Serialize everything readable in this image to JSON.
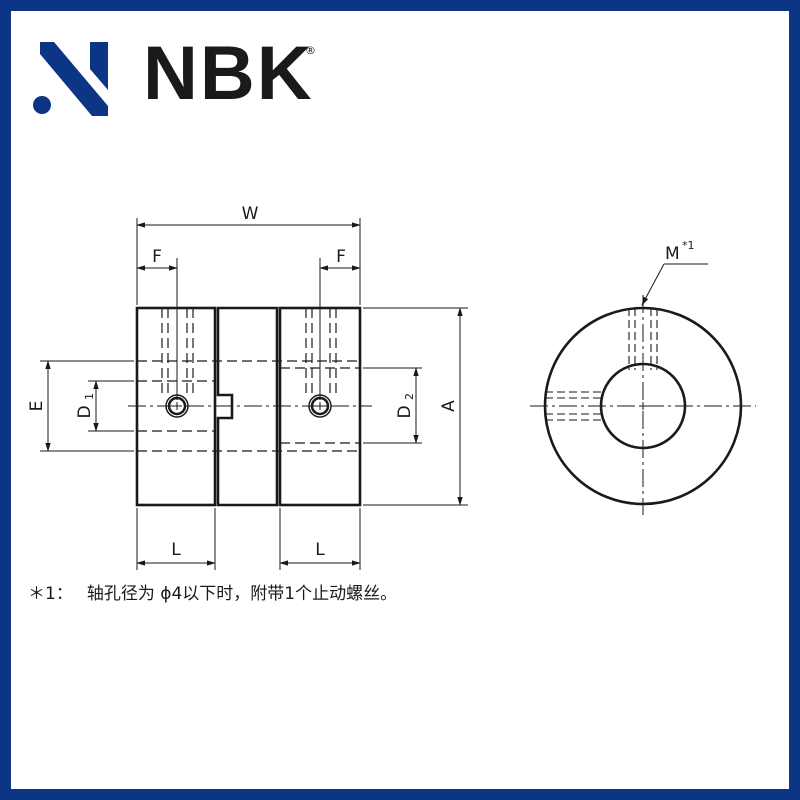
{
  "brand": {
    "name": "NBK",
    "registered": "®",
    "color": "#0d3585"
  },
  "drawing": {
    "side_view_labels": {
      "overall_width": "W",
      "left_screw_offset": "F",
      "right_screw_offset": "F",
      "left_hub_length": "L",
      "right_hub_length": "L",
      "outer_diameter": "A",
      "spider_diameter": "E",
      "bore_left_letter": "D",
      "bore_left_sub": "1",
      "bore_right_letter": "D",
      "bore_right_sub": "2"
    },
    "front_view_labels": {
      "set_screw": "M",
      "set_screw_note_ref": "*1"
    }
  },
  "note": {
    "marker": "＊1：",
    "text": "轴孔径为 ϕ4以下时，附带1个止动螺丝。"
  }
}
